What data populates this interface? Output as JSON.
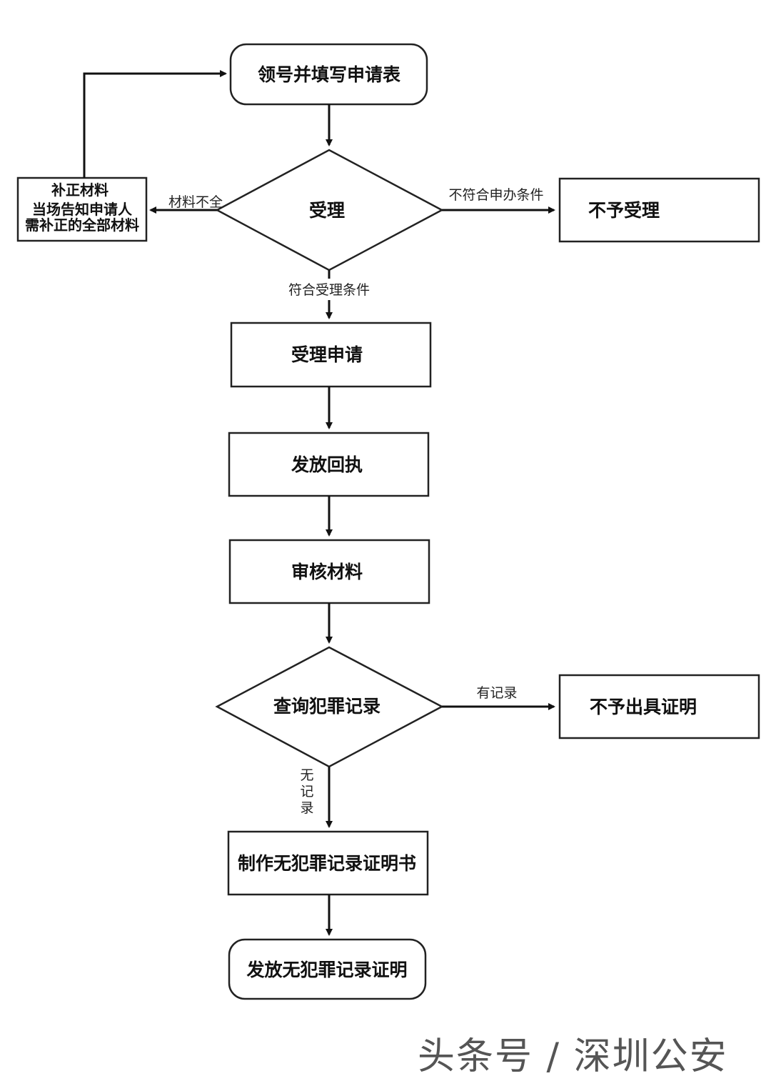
{
  "nodes": {
    "start": "领号并填写申请表",
    "accept_decision": "受理",
    "supplement_title": "补正材料",
    "supplement_line1": "当场告知申请人",
    "supplement_line2": "需补正的全部材料",
    "reject": "不予受理",
    "accept_apply": "受理申请",
    "issue_receipt": "发放回执",
    "review": "审核材料",
    "query_decision": "查询犯罪记录",
    "no_certificate": "不予出具证明",
    "make_certificate": "制作无犯罪记录证明书",
    "issue_certificate": "发放无犯罪记录证明"
  },
  "edges": {
    "incomplete": "材料不全",
    "not_eligible": "不符合申办条件",
    "eligible": "符合受理条件",
    "has_record": "有记录",
    "no_record_1": "无",
    "no_record_2": "记",
    "no_record_3": "录"
  },
  "watermark": "头条号 / 深圳公安"
}
